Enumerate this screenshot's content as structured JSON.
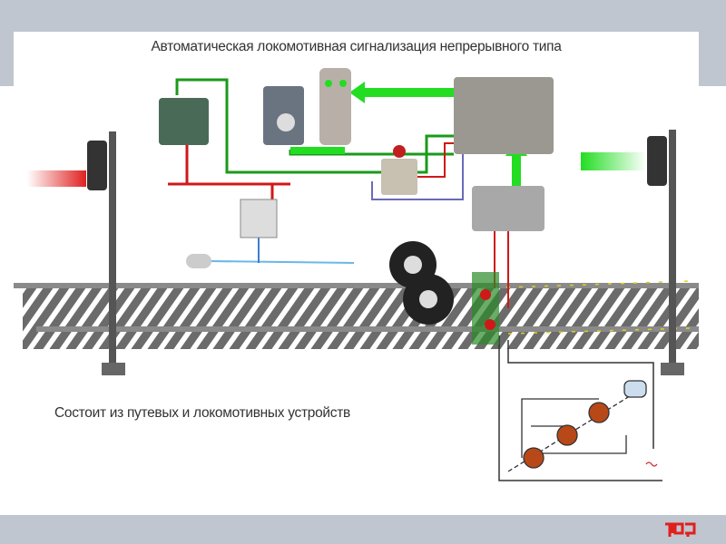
{
  "slide": {
    "title": "Автоматическая локомотивная сигнализация непрерывного типа",
    "caption": "Состоит из путевых  и локомотивных устройств",
    "logo_text": "РЖД"
  },
  "colors": {
    "band": "#c0c6cf",
    "signal_green": "#22dd22",
    "signal_red": "#e02020",
    "wire_green": "#1a9a1a",
    "wire_red": "#d01818",
    "wire_blue": "#6a6ab8",
    "logo_red": "#e0201c"
  }
}
